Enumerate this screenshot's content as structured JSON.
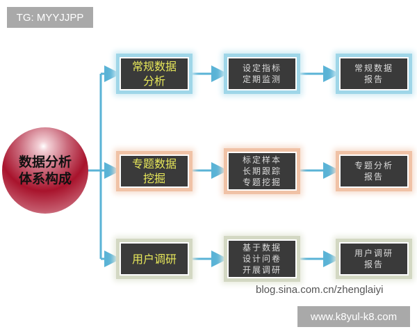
{
  "badges": {
    "top_left": "TG: MYYJJPP",
    "bottom_right": "www.k8yul-k8.com"
  },
  "watermark": "blog.sina.com.cn/zhenglaiyi",
  "center": {
    "line1": "数据分析",
    "line2": "体系构成"
  },
  "rows": [
    {
      "color": "#9fd6e8",
      "stage1": [
        "常规数据",
        "分析"
      ],
      "stage2": [
        "设定指标",
        "定期监测"
      ],
      "stage3": [
        "常规数据",
        "报告"
      ]
    },
    {
      "color": "#f0c2a6",
      "stage1": [
        "专题数据",
        "挖掘"
      ],
      "stage2": [
        "标定样本",
        "长期跟踪",
        "专题挖掘"
      ],
      "stage3": [
        "专题分析",
        "报告"
      ]
    },
    {
      "color": "#d3d8c3",
      "stage1": [
        "用户调研"
      ],
      "stage2": [
        "基于数据",
        "设计问卷",
        "开展调研"
      ],
      "stage3": [
        "用户调研",
        "报告"
      ]
    }
  ],
  "connector_color": "#5ab3d6"
}
